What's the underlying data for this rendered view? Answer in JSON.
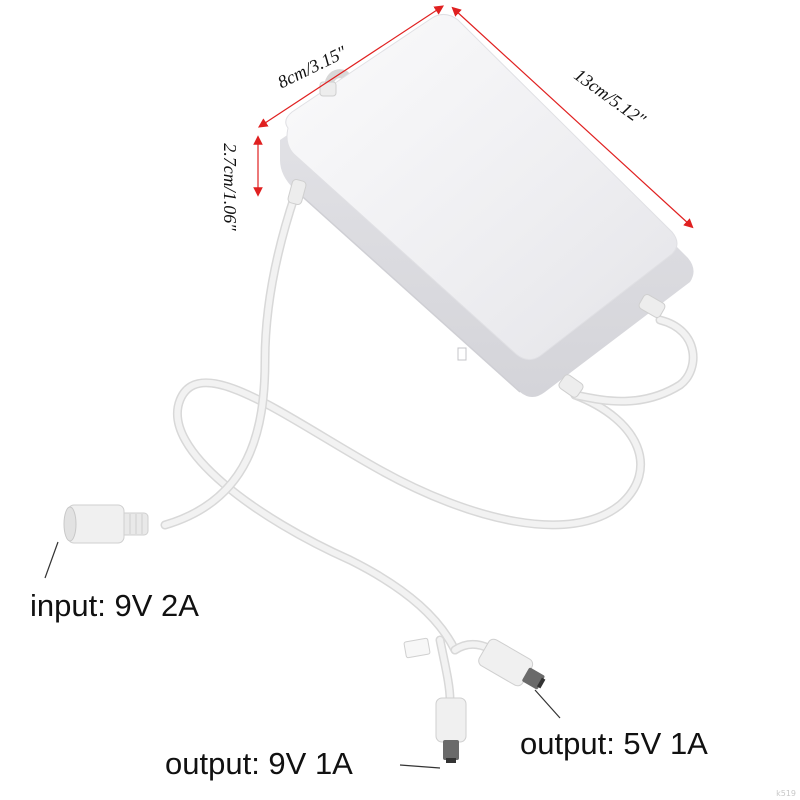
{
  "product": {
    "dimensions": {
      "width": "8cm/3.15″",
      "length": "13cm/5.12″",
      "height": "2.7cm/1.06″"
    },
    "labels": {
      "input": "input: 9V 2A",
      "output_5v": "output: 5V 1A",
      "output_9v": "output: 9V 1A"
    },
    "colors": {
      "body": "#f3f3f5",
      "cable": "#eeeeee",
      "dimension_arrow": "#e02020",
      "text": "#111111"
    },
    "watermark": "k519"
  }
}
